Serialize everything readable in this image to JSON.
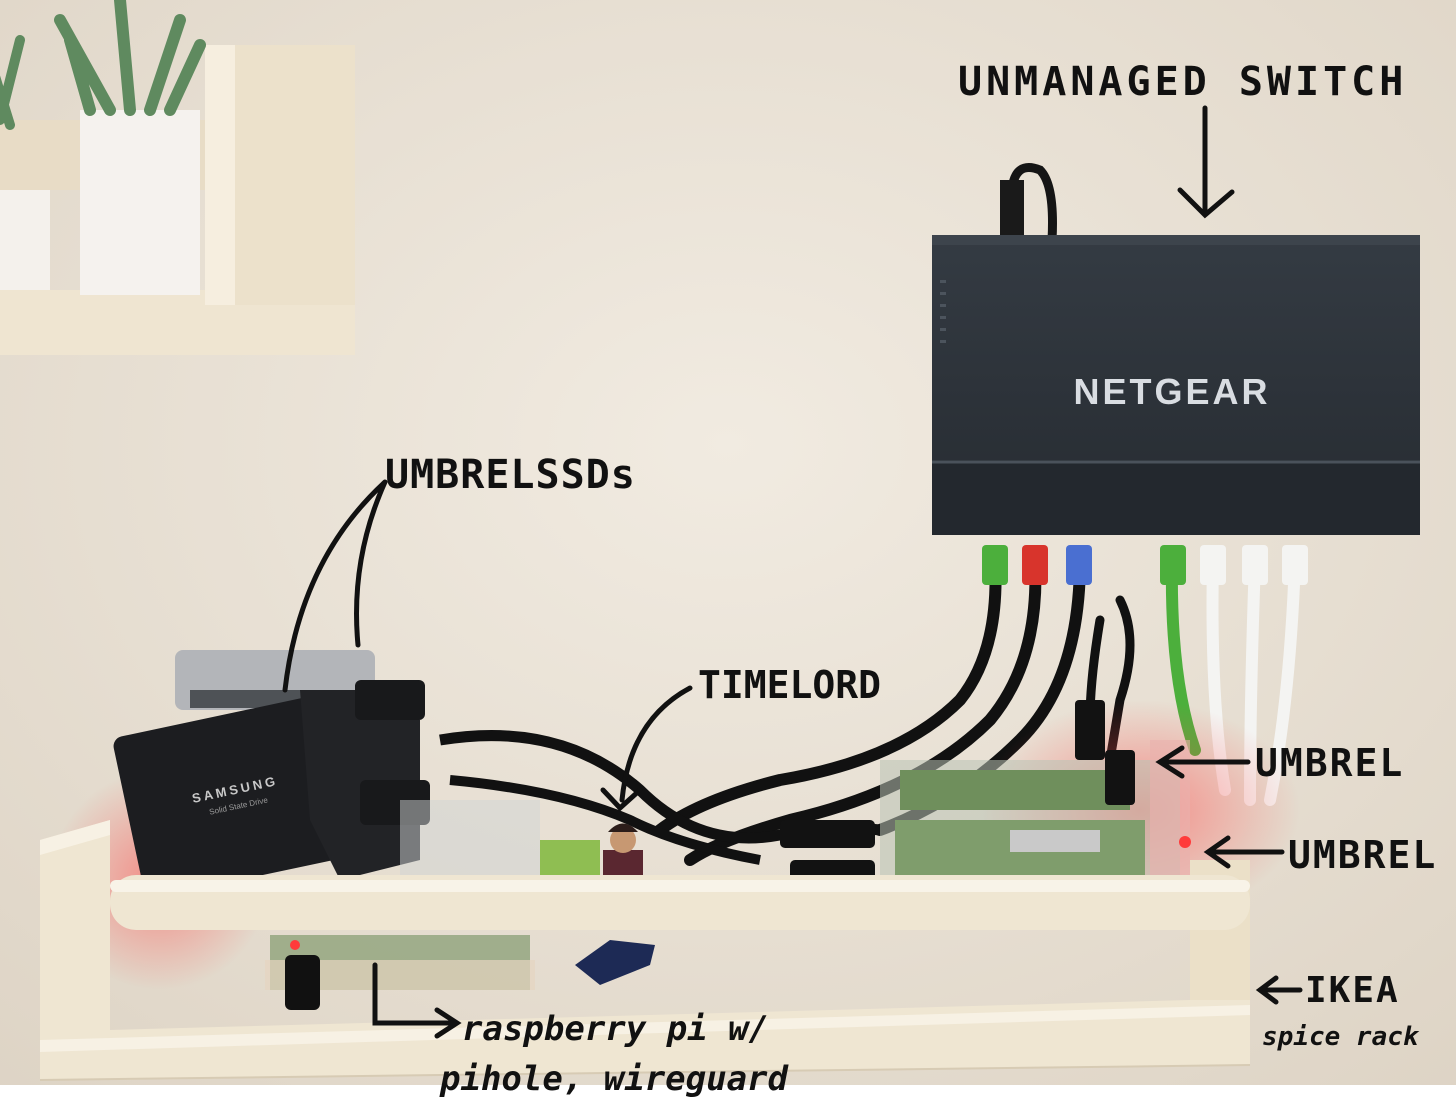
{
  "photo": {
    "switch_brand": "NETGEAR",
    "ssd_label": "SAMSUNG",
    "ssd_sublabel": "Solid State Drive"
  },
  "annotations": {
    "switch": "UNMANAGED SWITCH",
    "ssds": "UMBRELSSDs",
    "timelord": "TIMELORD",
    "umbrel_top": "UMBREL",
    "umbrel_bottom": "UMBREL",
    "ikea_line1": "IKEA",
    "ikea_line2": "spice rack",
    "pi_line1": "raspberry pi w/",
    "pi_line2": "pihole, wireguard"
  },
  "colors": {
    "wall": "#ece4d8",
    "wood": "#efe6d2",
    "switch_body": "#2b3138",
    "cable_green": "#4caf3c",
    "cable_red": "#d8342c",
    "cable_blue": "#4a6fd1",
    "cable_white": "#f4f4f2",
    "led_red": "#ff3b3b"
  }
}
